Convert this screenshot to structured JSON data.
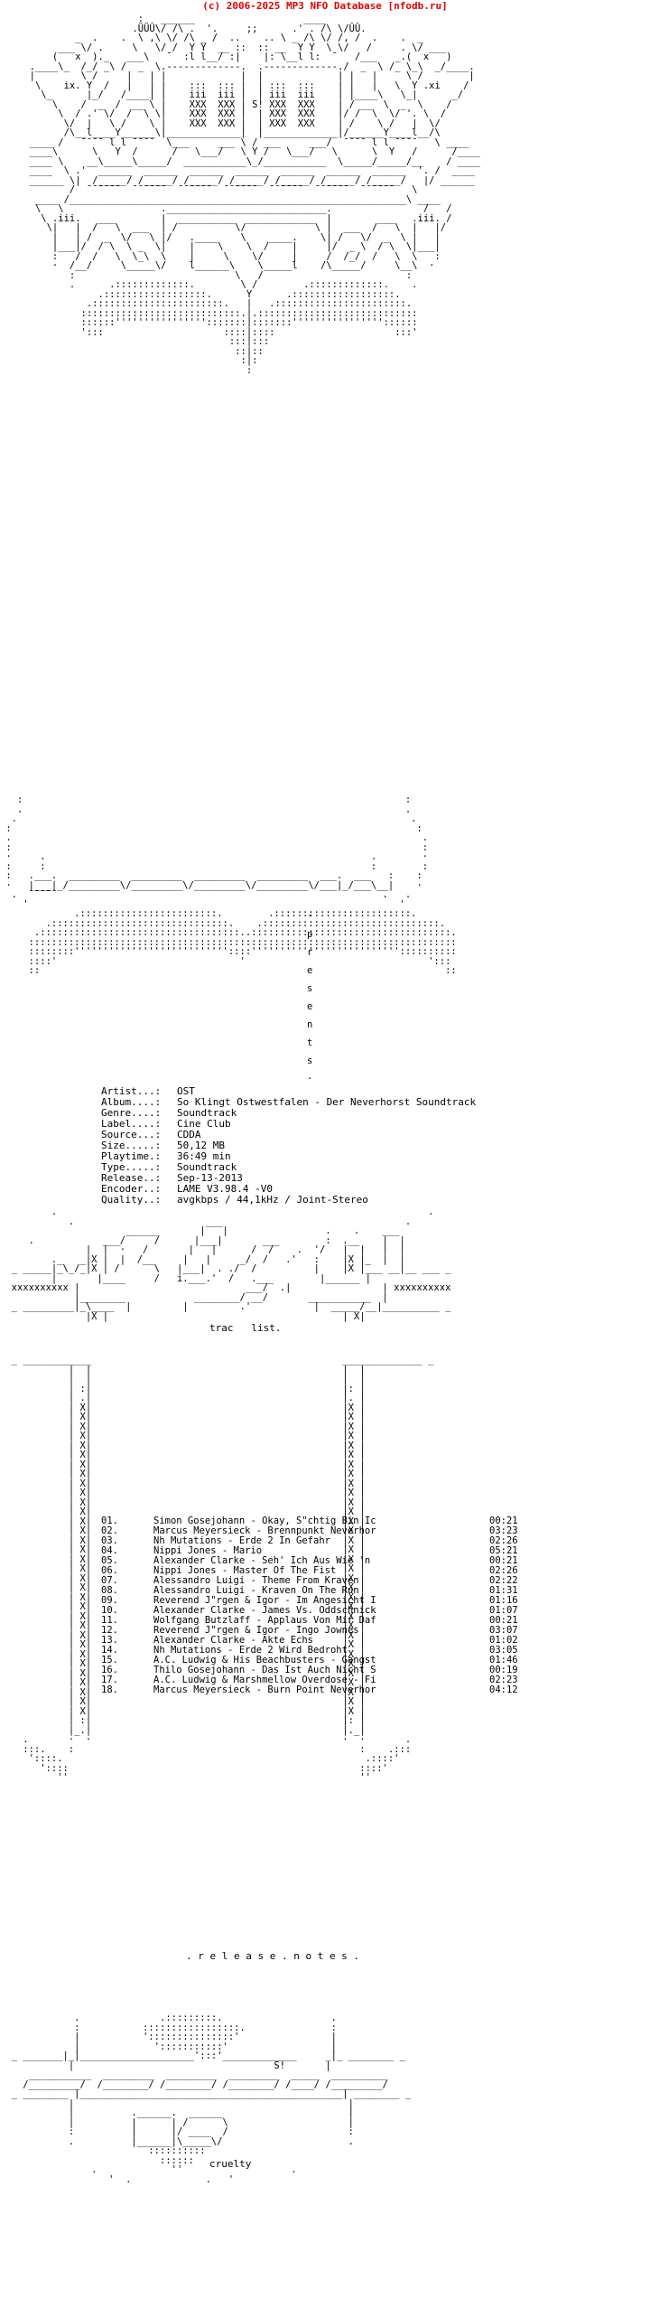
{
  "banner": "(c) 2006-2025 MP3 NFO Database [nfodb.ru]",
  "presents": "presents",
  "info": [
    {
      "key": "Artist...:",
      "value": "OST"
    },
    {
      "key": "Album....:",
      "value": "So Klingt Ostwestfalen - Der Neverhorst Soundtrack"
    },
    {
      "key": "Genre....:",
      "value": "Soundtrack"
    },
    {
      "key": "Label....:",
      "value": "Cine Club"
    },
    {
      "key": "Source...:",
      "value": "CDDA"
    },
    {
      "key": "Size.....:",
      "value": "50,12 MB"
    },
    {
      "key": "Playtime.:",
      "value": "36:49 min"
    },
    {
      "key": "Type.....:",
      "value": "Soundtrack"
    },
    {
      "key": "Release..:",
      "value": "Sep-13-2013"
    },
    {
      "key": "Encoder..:",
      "value": "LAME V3.98.4 -V0"
    },
    {
      "key": "Quality..:",
      "value": "avgkbps / 44,1kHz / Joint-Stereo"
    }
  ],
  "tracklist_label": "trac   list.",
  "tracks": [
    {
      "num": "01.",
      "title": "Simon Gosejohann - Okay, S\"chtig Bin Ic",
      "dur": "00:21"
    },
    {
      "num": "02.",
      "title": "Marcus Meyersieck - Brennpunkt Neverhor",
      "dur": "03:23"
    },
    {
      "num": "03.",
      "title": "Nh Mutations - Erde 2 In Gefahr",
      "dur": "02:26"
    },
    {
      "num": "04.",
      "title": "Nippi Jones - Mario",
      "dur": "05:21"
    },
    {
      "num": "05.",
      "title": "Alexander Clarke - Seh' Ich Aus Wie 'n",
      "dur": "00:21"
    },
    {
      "num": "06.",
      "title": "Nippi Jones - Master Of The Fist",
      "dur": "02:26"
    },
    {
      "num": "07.",
      "title": "Alessandro Luigi - Theme From Kraven",
      "dur": "02:22"
    },
    {
      "num": "08.",
      "title": "Alessandro Luigi - Kraven On The Run",
      "dur": "01:31"
    },
    {
      "num": "09.",
      "title": "Reverend J\"rgen & Igor - Im Angesicht I",
      "dur": "01:16"
    },
    {
      "num": "10.",
      "title": "Alexander Clarke - James Vs. Oddschnick",
      "dur": "01:07"
    },
    {
      "num": "11.",
      "title": "Wolfgang Butzlaff - Applaus Von Mir Daf",
      "dur": "00:21"
    },
    {
      "num": "12.",
      "title": "Reverend J\"rgen & Igor - Ingo Jownes",
      "dur": "03:07"
    },
    {
      "num": "13.",
      "title": "Alexander Clarke - Akte Echs",
      "dur": "01:02"
    },
    {
      "num": "14.",
      "title": "Nh Mutations - Erde 2 Wird Bedroht",
      "dur": "03:05"
    },
    {
      "num": "15.",
      "title": "A.C. Ludwig & His Beachbusters - Gangst",
      "dur": "01:46"
    },
    {
      "num": "16.",
      "title": "Thilo Gosejohann - Das Ist Auch Nicht S",
      "dur": "00:19"
    },
    {
      "num": "17.",
      "title": "A.C. Ludwig & Marshmellow Overdose - Fi",
      "dur": "02:23"
    },
    {
      "num": "18.",
      "title": "Marcus Meyersieck - Burn Point Neverhor",
      "dur": "04:12"
    }
  ],
  "release_notes_label": ". r e l e a s e . n o t e s .",
  "footer_label": "cruelty",
  "tag_si": "S!",
  "tag_xi_left": "ix.",
  "tag_xi_right": ".xi"
}
